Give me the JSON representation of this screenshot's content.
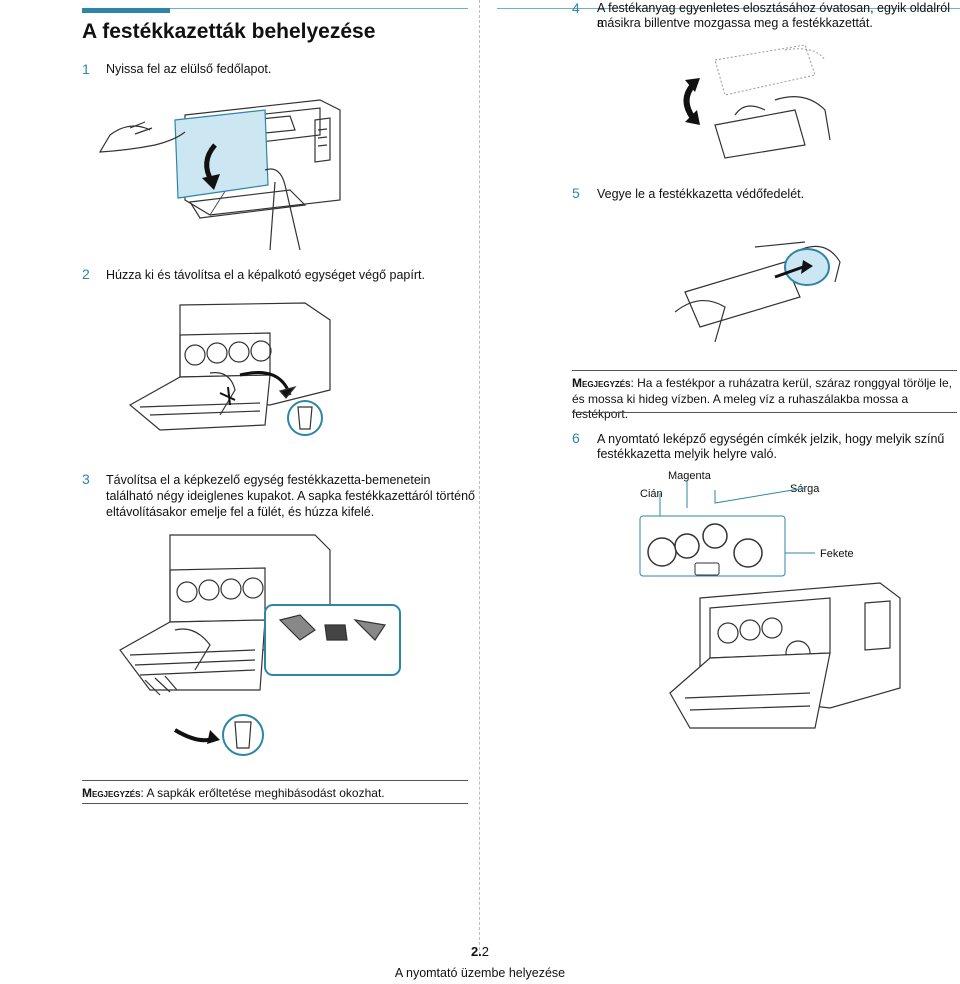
{
  "page": {
    "title": "A festékkazetták behelyezése",
    "footer_page_chapter": "2.",
    "footer_page_num": "2",
    "footer_text": "A nyomtató üzembe helyezése"
  },
  "steps": {
    "s1": {
      "num": "1",
      "text": "Nyissa fel az elülső fedőlapot."
    },
    "s2": {
      "num": "2",
      "text": "Húzza ki és távolítsa el a képalkotó egységet végő papírt."
    },
    "s3": {
      "num": "3",
      "text_line1": "Távolítsa el a képkezelő egység festékkazetta-bemenetein",
      "text_line2": "található négy ideiglenes kupakot. A sapka festékkazettáról történő",
      "text_line3": "eltávolításakor emelje fel a fülét, és húzza kifelé."
    },
    "s4": {
      "num": "4",
      "text_line1": "A festékanyag egyenletes elosztásához óvatosan, egyik oldalról a",
      "text_line2": "másikra billentve mozgassa meg a festékkazettát."
    },
    "s5": {
      "num": "5",
      "text": "Vegye le a festékkazetta védőfedelét."
    },
    "s6": {
      "num": "6",
      "text_line1": "A nyomtató leképző egységén címkék jelzik, hogy melyik színű",
      "text_line2": "festékkazetta melyik helyre való."
    }
  },
  "notes": {
    "right": {
      "label": "Megjegyzés",
      "line1": ": Ha a festékpor a ruházatra kerül, száraz ronggyal törölje le,",
      "line2": "és mossa ki hideg vízben. A meleg víz a ruhaszálakba mossa a festékport."
    },
    "left": {
      "label": "Megjegyzés",
      "text": ": A sapkák erőltetése meghibásodást okozhat."
    }
  },
  "color_labels": {
    "cyan": "Cián",
    "magenta": "Magenta",
    "yellow": "Sárga",
    "black": "Fekete"
  },
  "colors": {
    "accent": "#2d86a8",
    "highlight": "#cde7f2",
    "line": "#333333"
  }
}
